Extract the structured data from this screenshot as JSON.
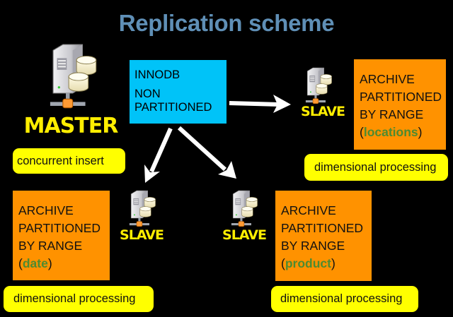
{
  "title": "Replication scheme",
  "colors": {
    "background": "#000000",
    "title": "#5f8fb6",
    "role_label": "#ffee00",
    "source_box": "#00c3f8",
    "archive_box": "#ff9200",
    "note_pill": "#ffff00",
    "partition_key": "#4d8b31",
    "arrow": "#ffffff"
  },
  "master": {
    "icon": "database-server-icon",
    "label": "MASTER",
    "note": "concurrent insert"
  },
  "source_table": {
    "line1": "INNODB",
    "line2": "NON",
    "line3": "PARTITIONED"
  },
  "slaves": [
    {
      "icon": "database-server-icon",
      "label": "SLAVE",
      "archive": {
        "line1": "ARCHIVE",
        "line2": "PARTITIONED",
        "line3": "BY RANGE",
        "open_paren": "(",
        "partition_key": "locations",
        "close_paren": ")"
      },
      "note": "dimensional processing"
    },
    {
      "icon": "database-server-icon",
      "label": "SLAVE",
      "archive": {
        "line1": "ARCHIVE",
        "line2": "PARTITIONED",
        "line3": "BY RANGE",
        "open_paren": "(",
        "partition_key": "date",
        "close_paren": ")"
      },
      "note": "dimensional processing"
    },
    {
      "icon": "database-server-icon",
      "label": "SLAVE",
      "archive": {
        "line1": "ARCHIVE",
        "line2": "PARTITIONED",
        "line3": "BY RANGE",
        "open_paren": "(",
        "partition_key": "product",
        "close_paren": ")"
      },
      "note": "dimensional processing"
    }
  ],
  "arrows": [
    {
      "from": "source_table",
      "to": "slave-locations"
    },
    {
      "from": "source_table",
      "to": "slave-date"
    },
    {
      "from": "source_table",
      "to": "slave-product"
    }
  ]
}
